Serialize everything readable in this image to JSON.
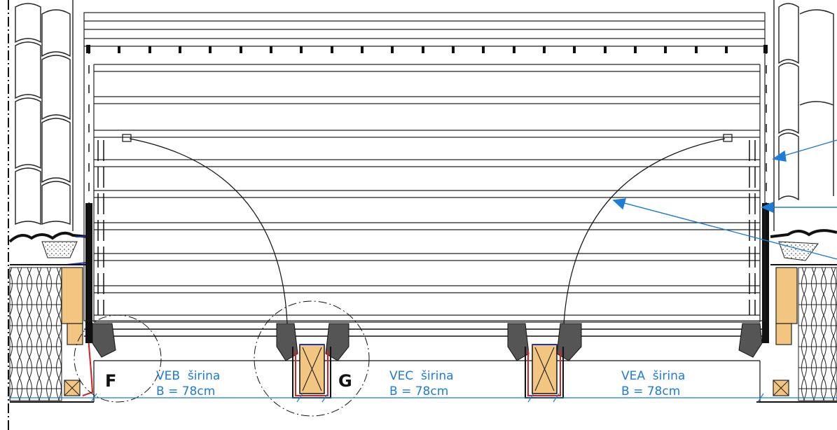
{
  "drawing": {
    "colors": {
      "line": "#1a1a1a",
      "dimension": "#1e7bd6",
      "timber": "#f2c680",
      "membrane": "#d81e1e",
      "flashing": "#1a2fd6",
      "insulation": "#ffffff"
    },
    "detail_markers": {
      "f": "F",
      "g": "G"
    },
    "windows": [
      {
        "code_label": "VEB  širina",
        "width_label": "B = 78cm"
      },
      {
        "code_label": "VEC  širina",
        "width_label": "B = 78cm"
      },
      {
        "code_label": "VEA  širina",
        "width_label": "B = 78cm"
      }
    ]
  }
}
